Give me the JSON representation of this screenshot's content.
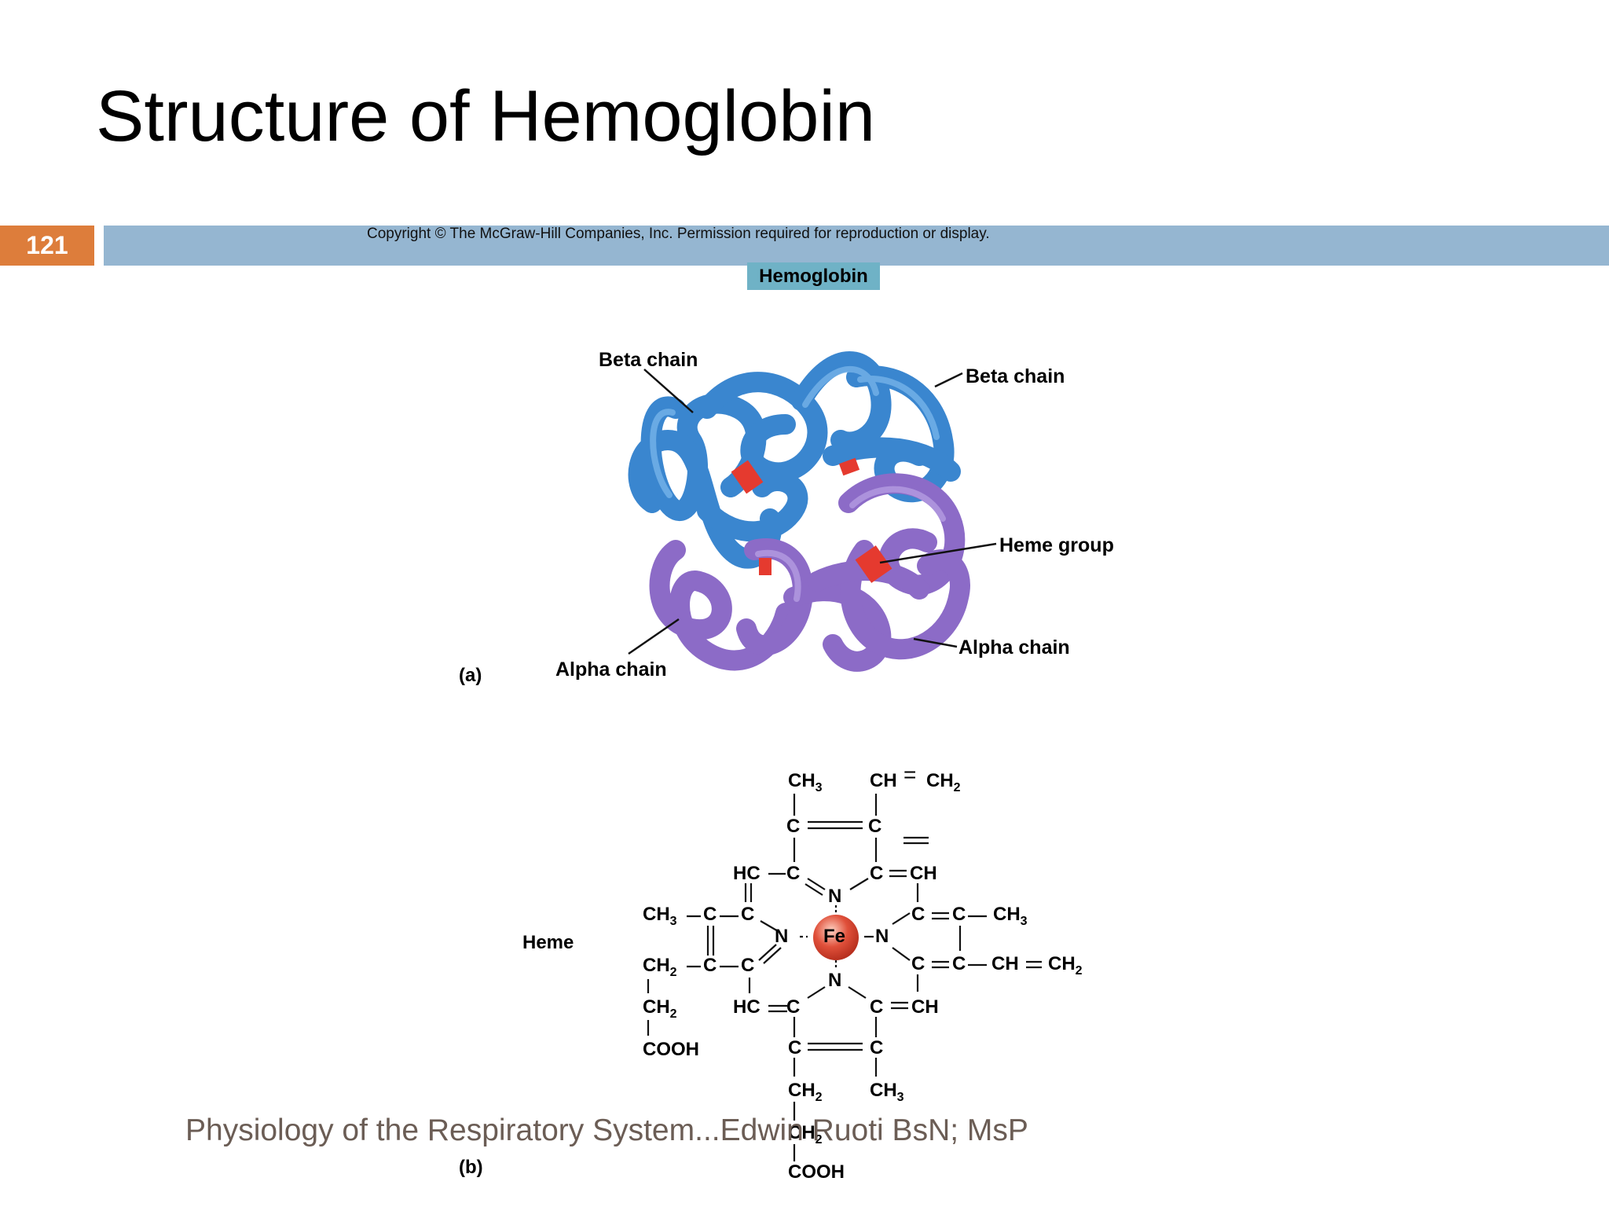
{
  "slide": {
    "title": "Structure of Hemoglobin",
    "page_number": "121",
    "copyright": "Copyright © The McGraw-Hill Companies, Inc. Permission required for reproduction or display.",
    "figure_heading": "Hemoglobin",
    "footer": "Physiology of the Respiratory System...Edwin Ruoti BsN; MsP"
  },
  "figure_a": {
    "panel_label": "(a)",
    "labels": {
      "beta_chain_left": "Beta chain",
      "beta_chain_right": "Beta chain",
      "heme_group": "Heme group",
      "alpha_chain_left": "Alpha chain",
      "alpha_chain_right": "Alpha chain"
    },
    "colors": {
      "beta": "#3a86cf",
      "alpha": "#8c6bc7",
      "heme": "#e53a2f"
    }
  },
  "figure_b": {
    "panel_label": "(b)",
    "heme_label": "Heme",
    "atoms": {
      "iron": "Fe",
      "nitrogen": "N",
      "carbon": "C",
      "ch": "CH",
      "hc": "HC",
      "ch3": "CH",
      "ch2": "CH",
      "cooh": "COOH",
      "sub3": "3",
      "sub2": "2"
    },
    "colors": {
      "iron": "#e0503a"
    }
  }
}
